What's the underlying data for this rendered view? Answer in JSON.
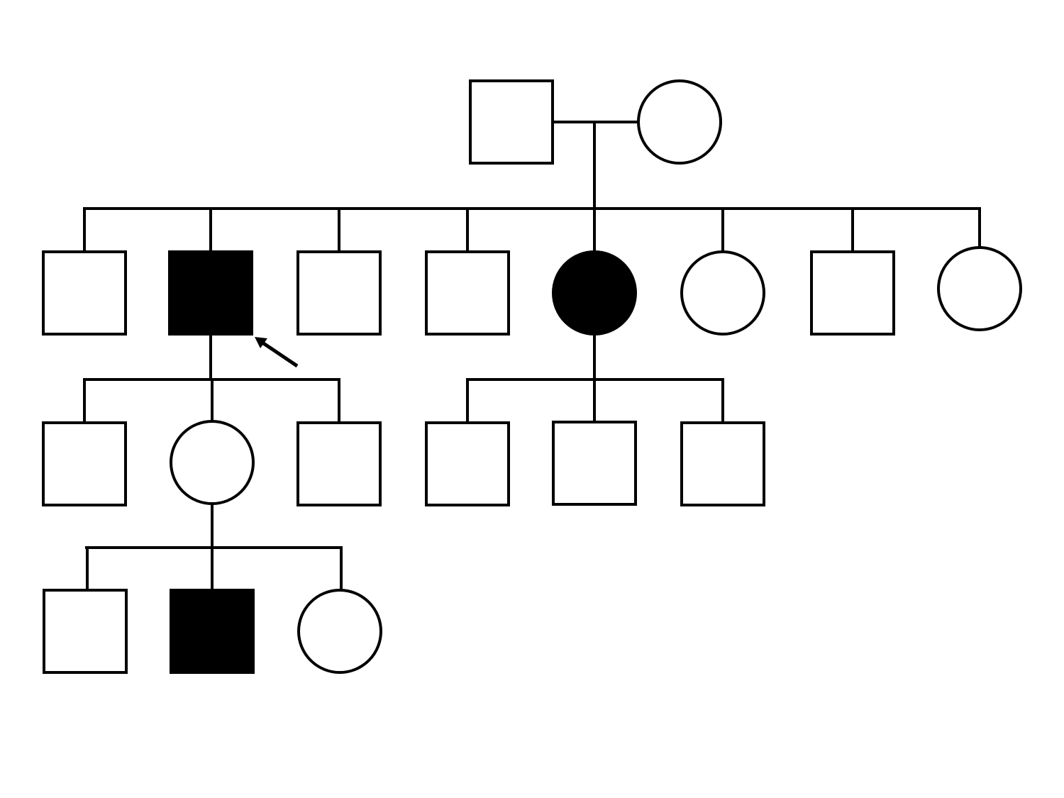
{
  "colors": {
    "line": "#000000",
    "affected": "#000000",
    "unaffected": "#ffffff",
    "background": "#ffffff"
  },
  "pedigree": {
    "generation_1": [
      {
        "id": "g1-father",
        "sex": "male",
        "affected": false
      },
      {
        "id": "g1-mother",
        "sex": "female",
        "affected": false
      }
    ],
    "generation_2": [
      {
        "id": "g2-1",
        "sex": "male",
        "affected": false
      },
      {
        "id": "g2-2",
        "sex": "male",
        "affected": true,
        "proband": true
      },
      {
        "id": "g2-3",
        "sex": "male",
        "affected": false
      },
      {
        "id": "g2-4",
        "sex": "male",
        "affected": false
      },
      {
        "id": "g2-5",
        "sex": "female",
        "affected": true
      },
      {
        "id": "g2-6",
        "sex": "female",
        "affected": false
      },
      {
        "id": "g2-7",
        "sex": "male",
        "affected": false
      },
      {
        "id": "g2-8",
        "sex": "female",
        "affected": false
      }
    ],
    "generation_3": [
      {
        "id": "g3-1",
        "sex": "male",
        "affected": false,
        "parent": "g2-2"
      },
      {
        "id": "g3-2",
        "sex": "female",
        "affected": false,
        "parent": "g2-2"
      },
      {
        "id": "g3-3",
        "sex": "male",
        "affected": false,
        "parent": "g2-2"
      },
      {
        "id": "g3-4",
        "sex": "male",
        "affected": false,
        "parent": "g2-5"
      },
      {
        "id": "g3-5",
        "sex": "male",
        "affected": false,
        "parent": "g2-5"
      },
      {
        "id": "g3-6",
        "sex": "male",
        "affected": false,
        "parent": "g2-5"
      }
    ],
    "generation_4": [
      {
        "id": "g4-1",
        "sex": "male",
        "affected": false,
        "parent": "g3-2"
      },
      {
        "id": "g4-2",
        "sex": "male",
        "affected": true,
        "parent": "g3-2"
      },
      {
        "id": "g4-3",
        "sex": "female",
        "affected": false,
        "parent": "g3-2"
      }
    ]
  }
}
